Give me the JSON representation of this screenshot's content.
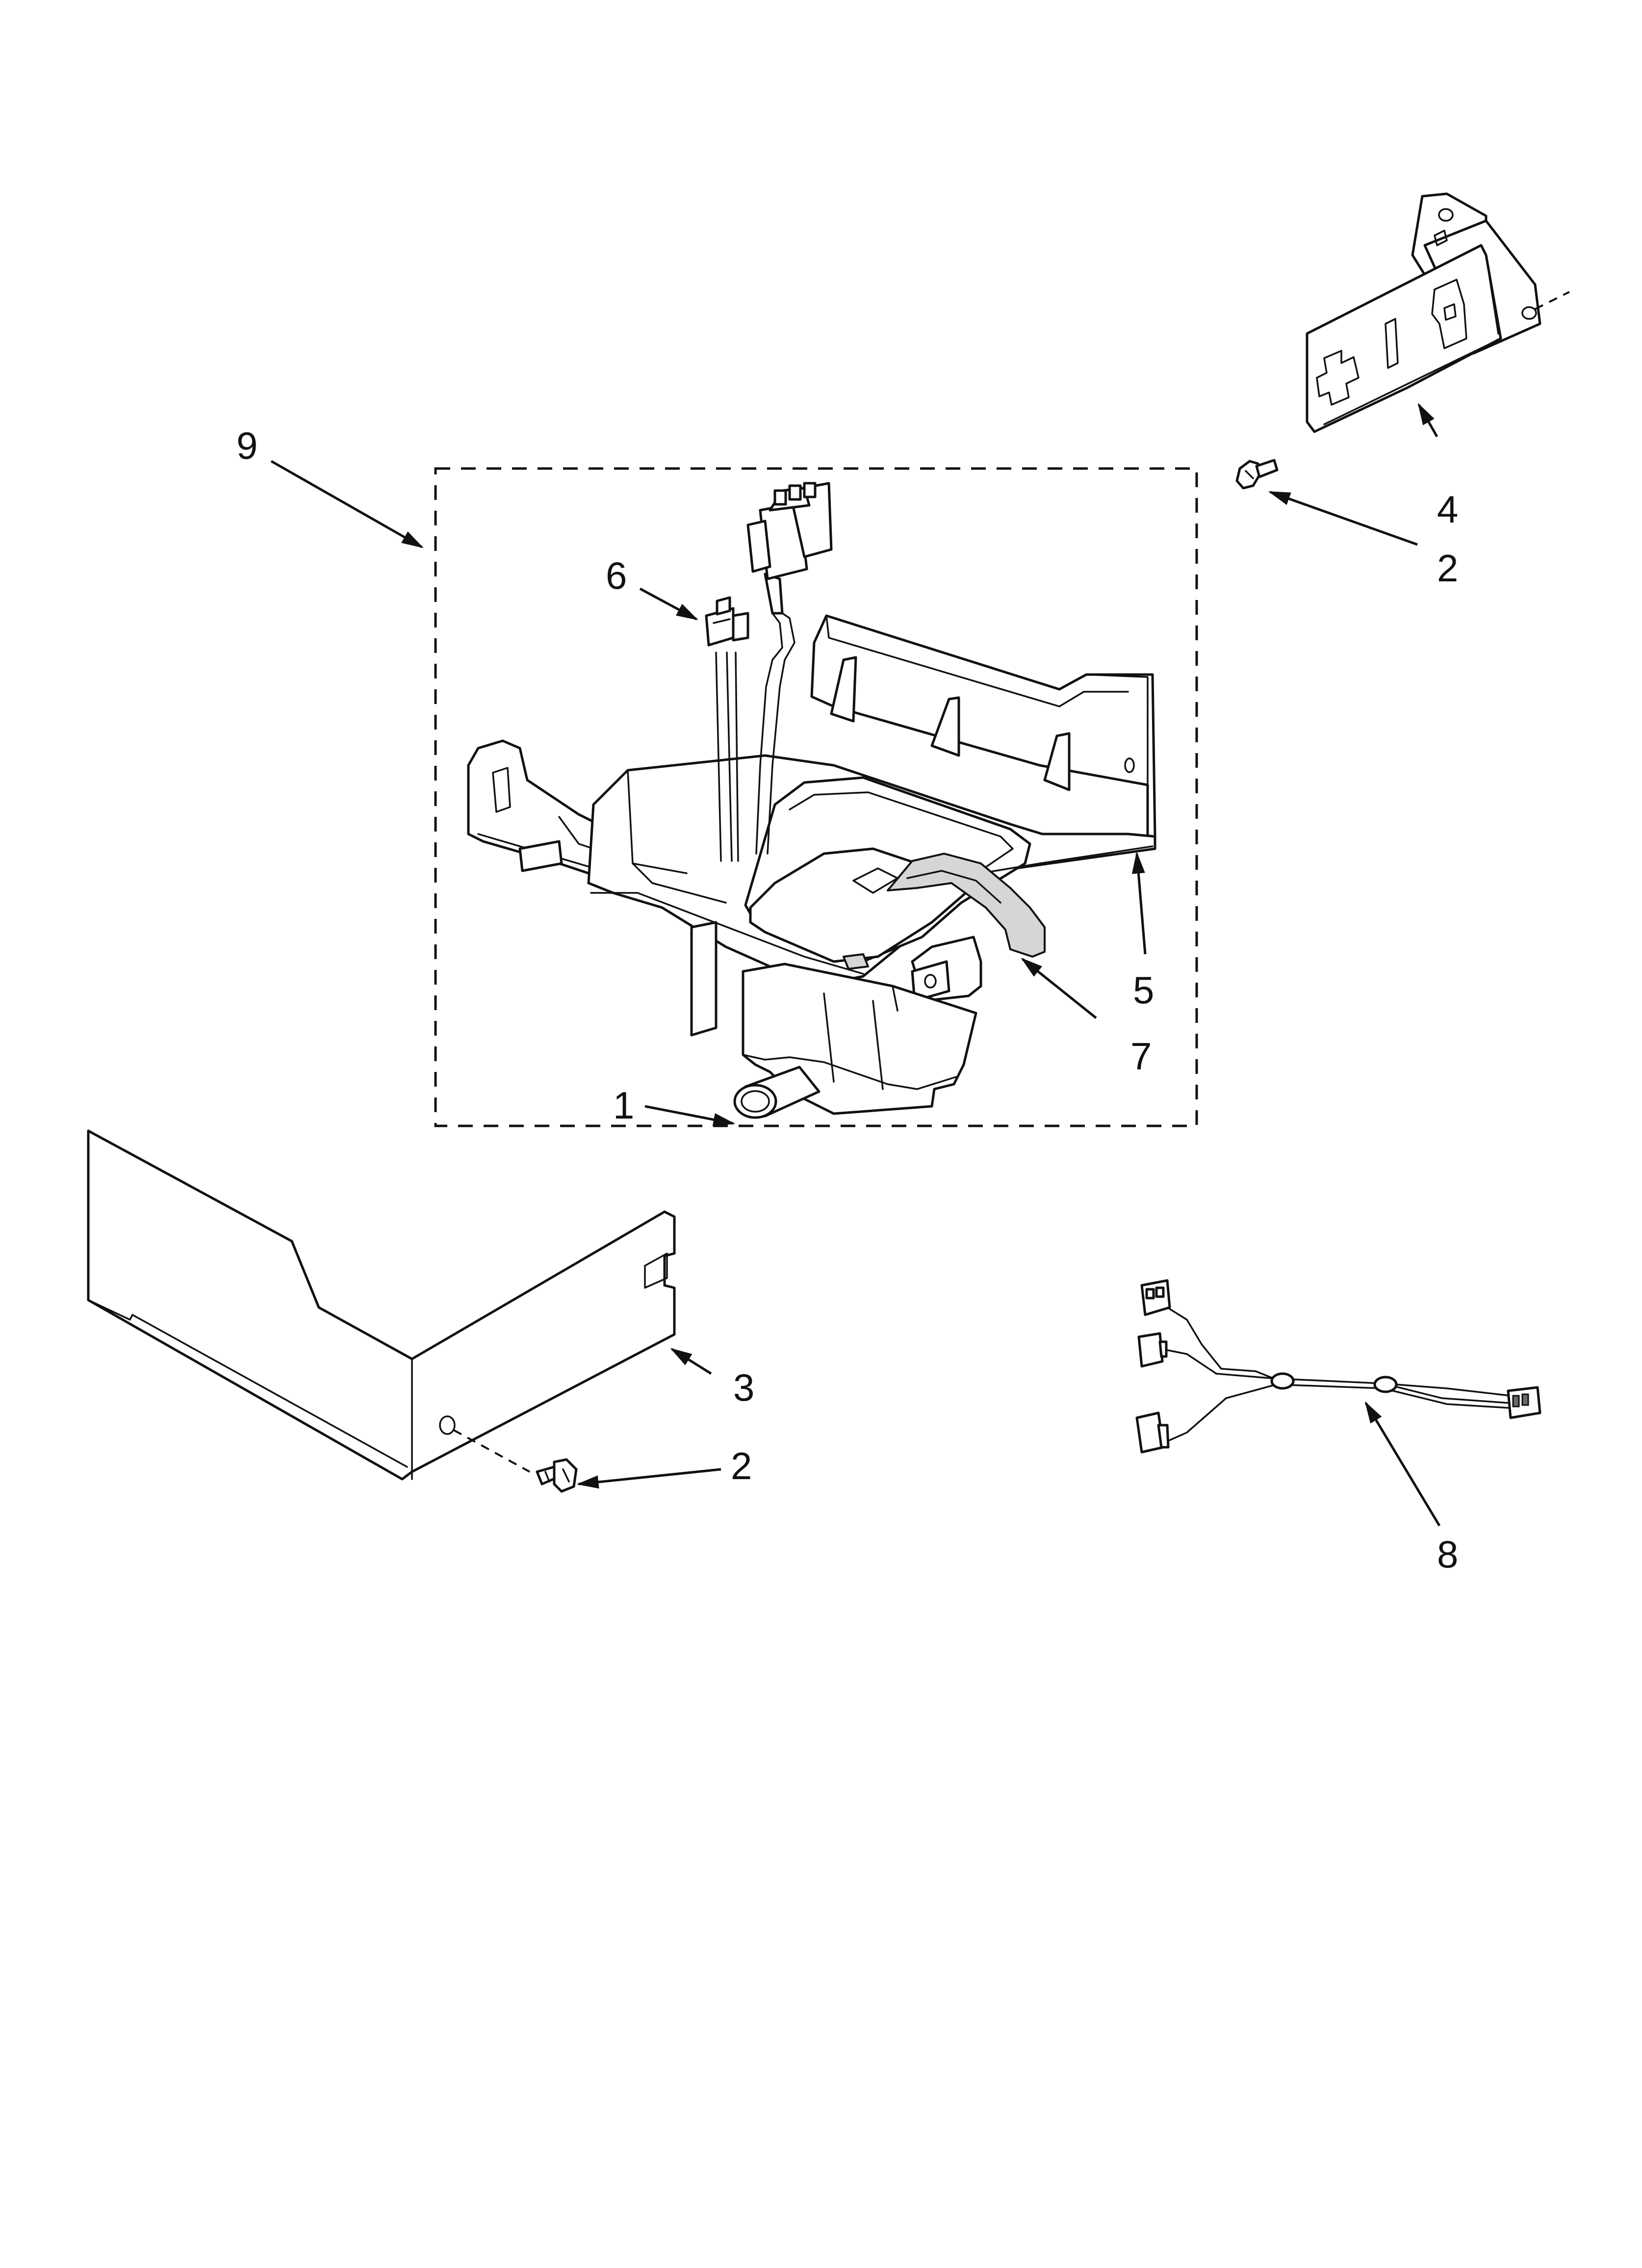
{
  "callouts": {
    "c1": "1",
    "c2_top": "2",
    "c2_bottom": "2",
    "c3": "3",
    "c4": "4",
    "c5": "5",
    "c6": "6",
    "c7": "7",
    "c8": "8",
    "c9": "9"
  },
  "parts": [
    {
      "number": "1",
      "icon": "pump-motor"
    },
    {
      "number": "2",
      "icon": "screw"
    },
    {
      "number": "3",
      "icon": "cover-panel"
    },
    {
      "number": "4",
      "icon": "mounting-bracket"
    },
    {
      "number": "5",
      "icon": "reservoir-tray"
    },
    {
      "number": "6",
      "icon": "wire-connector"
    },
    {
      "number": "7",
      "icon": "strap"
    },
    {
      "number": "8",
      "icon": "wire-harness"
    },
    {
      "number": "9",
      "icon": "assembly-group"
    }
  ],
  "colors": {
    "line": "#111111",
    "background": "#ffffff",
    "shade": "#d6d6d6"
  }
}
